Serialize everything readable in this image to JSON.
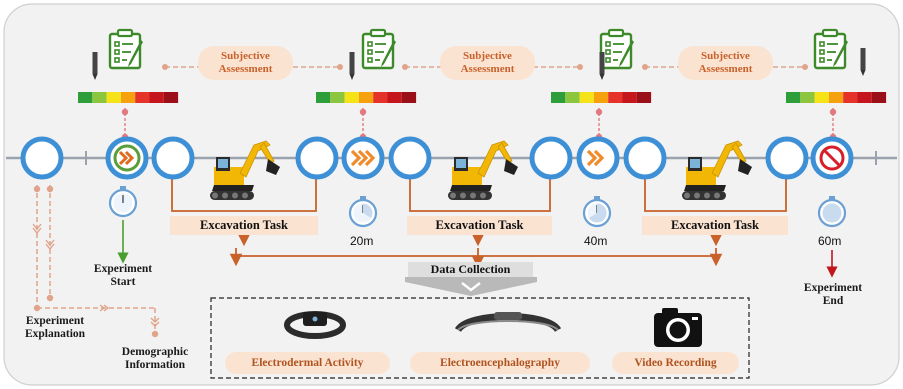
{
  "assessment_label": [
    "Subjective",
    "Assessment"
  ],
  "task_label": "Excavation Task",
  "times": [
    "20m",
    "40m",
    "60m"
  ],
  "experiment_start": [
    "Experiment",
    "Start"
  ],
  "experiment_end": [
    "Experiment",
    "End"
  ],
  "experiment_explanation": [
    "Experiment",
    "Explanation"
  ],
  "demographic_information": [
    "Demographic",
    "Information"
  ],
  "data_collection": "Data Collection",
  "sensors": [
    "Electrodermal Activity",
    "Electroencephalography",
    "Video Recording"
  ],
  "colors": {
    "timeline_blue": "#3d8fd6",
    "orange": "#c8612a",
    "pink_dot": "#e07a80",
    "pill_fill": "#fbe3d2",
    "scale": [
      "#2e9e3a",
      "#8cc63f",
      "#f5e318",
      "#f6a20f",
      "#e63329",
      "#c4161c",
      "#9b1018"
    ]
  }
}
